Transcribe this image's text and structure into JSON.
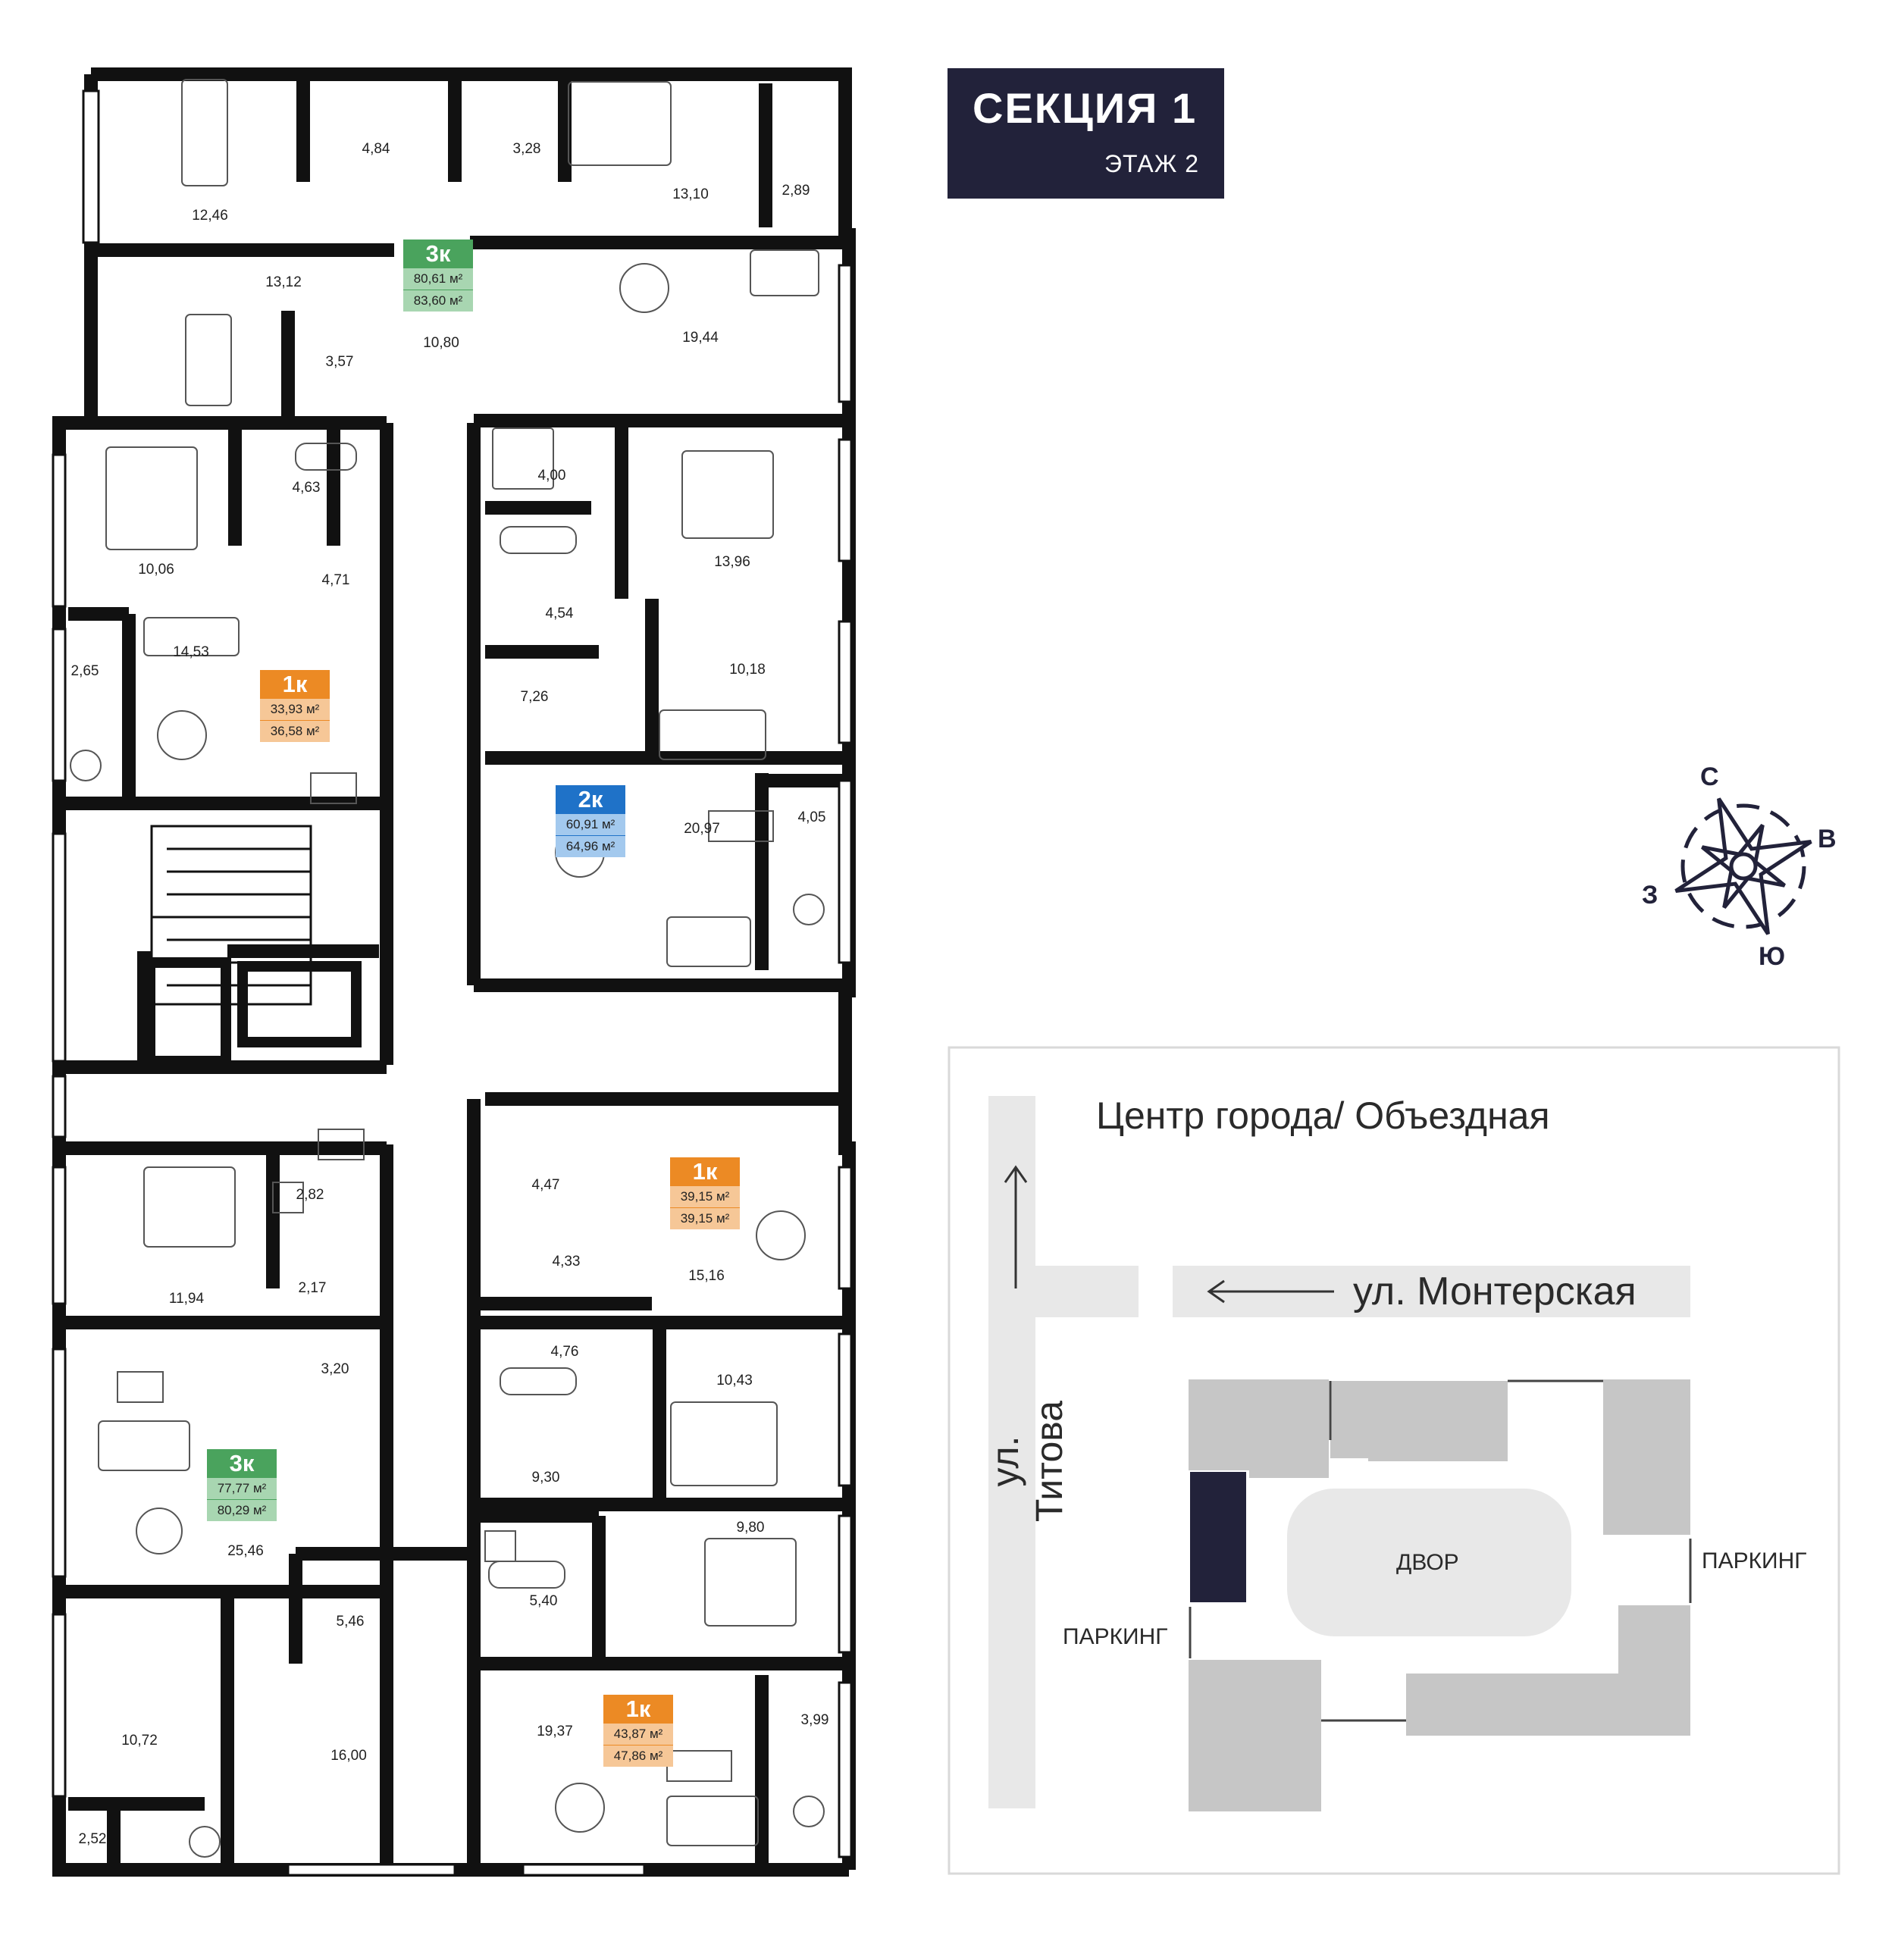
{
  "header": {
    "section": "СЕКЦИЯ  1",
    "floor": "ЭТАЖ   2"
  },
  "colors": {
    "dark": "#22223a",
    "green": "#4aa35d",
    "green_light": "#a8d6b1",
    "orange": "#ec8a24",
    "orange_light": "#f6c797",
    "blue": "#1f72c8",
    "blue_light": "#a3c9ee",
    "block_gray": "#c6c6c6",
    "road_gray": "#e8e8e8"
  },
  "apartments": [
    {
      "type": "3к",
      "area_living": "80,61 м²",
      "area_total": "83,60 м²"
    },
    {
      "type": "1к",
      "area_living": "33,93 м²",
      "area_total": "36,58 м²"
    },
    {
      "type": "2к",
      "area_living": "60,91 м²",
      "area_total": "64,96 м²"
    },
    {
      "type": "1к",
      "area_living": "39,15 м²",
      "area_total": "39,15 м²"
    },
    {
      "type": "3к",
      "area_living": "77,77 м²",
      "area_total": "80,29 м²"
    },
    {
      "type": "1к",
      "area_living": "43,87 м²",
      "area_total": "47,86 м²"
    }
  ],
  "rooms": [
    "12,46",
    "4,84",
    "3,28",
    "13,10",
    "2,89",
    "13,12",
    "3,57",
    "10,80",
    "19,44",
    "10,06",
    "4,63",
    "4,71",
    "4,00",
    "13,96",
    "4,54",
    "14,53",
    "2,65",
    "7,26",
    "10,18",
    "20,97",
    "4,05",
    "4,47",
    "4,33",
    "15,16",
    "11,94",
    "2,82",
    "2,17",
    "3,20",
    "4,76",
    "10,43",
    "9,30",
    "25,46",
    "5,46",
    "5,40",
    "9,80",
    "10,72",
    "16,00",
    "19,37",
    "3,99",
    "2,52"
  ],
  "compass": {
    "n": "С",
    "e": "В",
    "s": "Ю",
    "w": "З"
  },
  "map": {
    "destination": "Центр города/ Объездная",
    "street_horizontal": "ул. Монтерская",
    "street_vertical": "ул. Титова",
    "yard": "ДВОР",
    "parking_left": "ПАРКИНГ",
    "parking_right": "ПАРКИНГ"
  }
}
